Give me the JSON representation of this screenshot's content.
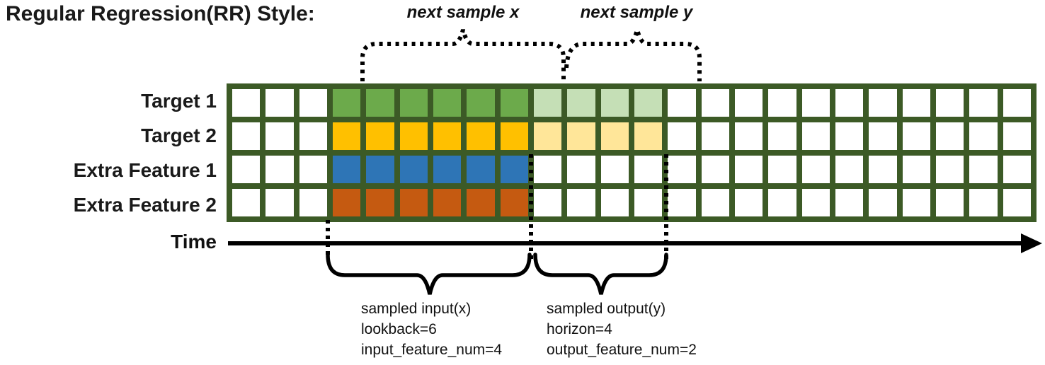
{
  "title": "Regular Regression(RR) Style:",
  "braces": {
    "next_sample_x_label": "next sample x",
    "next_sample_y_label": "next sample y"
  },
  "time_axis": {
    "label": "Time"
  },
  "sample_annotations": {
    "input": {
      "title": "sampled input(x)",
      "lookback": "lookback=6",
      "feature_num": "input_feature_num=4"
    },
    "output": {
      "title": "sampled output(y)",
      "horizon": "horizon=4",
      "feature_num": "output_feature_num=2"
    }
  },
  "colors": {
    "grid_border": "#3C5A26",
    "empty_cell": "#FFFFFF",
    "annotation_ink": "#000000"
  },
  "grid": {
    "num_columns": 24,
    "num_rows": 4,
    "input_col_start": 3,
    "input_col_end": 8,
    "output_col_start": 9,
    "output_col_end": 12,
    "rows": [
      {
        "label": "Target 1",
        "input_color": "#6CAA4B",
        "output_color": "#C5DFB6",
        "has_output": true
      },
      {
        "label": "Target 2",
        "input_color": "#FFC000",
        "output_color": "#FFE699",
        "has_output": true
      },
      {
        "label": "Extra Feature 1",
        "input_color": "#2E75B6",
        "output_color": "",
        "has_output": false
      },
      {
        "label": "Extra Feature 2",
        "input_color": "#C55A11",
        "output_color": "",
        "has_output": false
      }
    ]
  }
}
